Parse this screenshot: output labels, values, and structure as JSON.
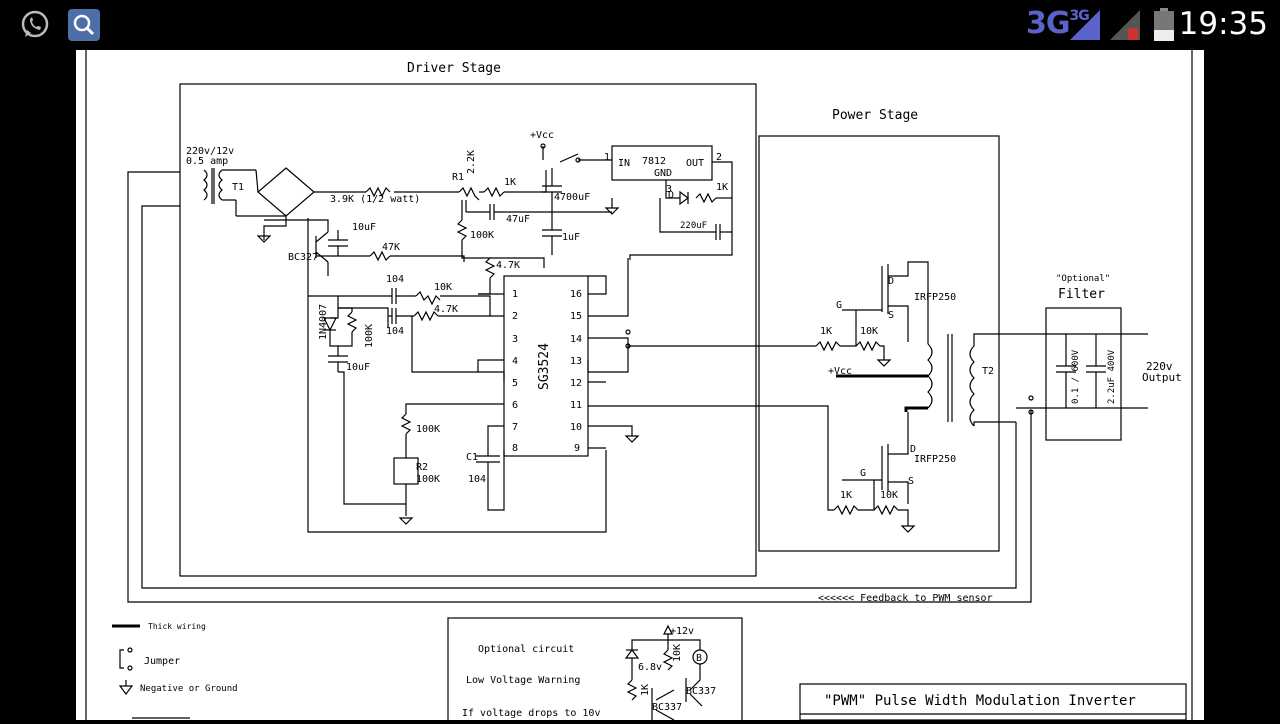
{
  "status_bar": {
    "clock": "19:35",
    "network": "3G",
    "network_small": "3G",
    "icons": [
      "whatsapp-icon",
      "search-icon",
      "signal-icon",
      "signal-roaming-icon",
      "battery-icon"
    ],
    "accent": "#5a63c9"
  },
  "schematic": {
    "sections": {
      "driver_stage": "Driver Stage",
      "power_stage": "Power Stage",
      "filter_optional": "\"Optional\"",
      "filter": "Filter",
      "output": [
        "220v",
        "Output"
      ],
      "feedback": "<<<<<< Feedback to PWM sensor"
    },
    "transformer_t1": {
      "rating": [
        "220v/12v",
        "0.5 amp"
      ],
      "name": "T1"
    },
    "regulator": {
      "pins_in": "IN",
      "part": "7812",
      "gnd": "GND",
      "out": "OUT",
      "pin1": "1",
      "pin2": "2",
      "pin3": "3",
      "vcc": "+Vcc"
    },
    "components": {
      "r1": "R1",
      "r1_value": "2.2K",
      "r_1k_top": "1K",
      "r_3k9": "3.9K (1/2 watt)",
      "c_47u": "47uF",
      "c_4700u": "4700uF",
      "c_1u": "1uF",
      "c_220u": "220uF",
      "led_r": "1K",
      "led_d": "D",
      "c_10u_top": "10uF",
      "r_100k_top": "100K",
      "r_47k": "47K",
      "bc327": "BC327",
      "r_4k7_top": "4.7K",
      "c_104_a": "104",
      "r_10k_in": "10K",
      "r_4k7_in": "4.7K",
      "c_104_b": "104",
      "diode_1n4007": "1N4007",
      "r_100k_left": "100K",
      "c_10u_left": "10uF",
      "r_100k_timing": "100K",
      "r2": "R2",
      "r2_value": "100K",
      "c1": "C1",
      "c1_value": "104"
    },
    "ic": {
      "name": "SG3524",
      "left_pins": [
        "1",
        "2",
        "3",
        "4",
        "5",
        "6",
        "7",
        "8"
      ],
      "right_pins": [
        "16",
        "15",
        "14",
        "13",
        "12",
        "11",
        "10",
        "9"
      ]
    },
    "power": {
      "mosfet_top": "IRFP250",
      "mosfet_bottom": "IRFP250",
      "g": "G",
      "d": "D",
      "s": "S",
      "r_1k_a": "1K",
      "r_10k_a": "10K",
      "r_1k_b": "1K",
      "r_10k_b": "10K",
      "vcc": "+Vcc",
      "t2": "T2",
      "filter_c1": "0.1 / 600V",
      "filter_c2": "2.2uF 400V"
    },
    "legend": {
      "thick": "Thick wiring",
      "jumper": "Jumper",
      "ground": "Negative or Ground"
    },
    "optional_circuit": {
      "title": "Optional circuit",
      "line2": "Low Voltage Warning",
      "line3": "If voltage drops to 10v",
      "supply": "+12v",
      "zener": "6.8v",
      "r_10k": "10K",
      "r_1k": "1K",
      "bc337_a": "BC337",
      "bc337_b": "BC337",
      "buzzer": "B"
    },
    "title_block": "\"PWM\"  Pulse Width Modulation Inverter"
  }
}
